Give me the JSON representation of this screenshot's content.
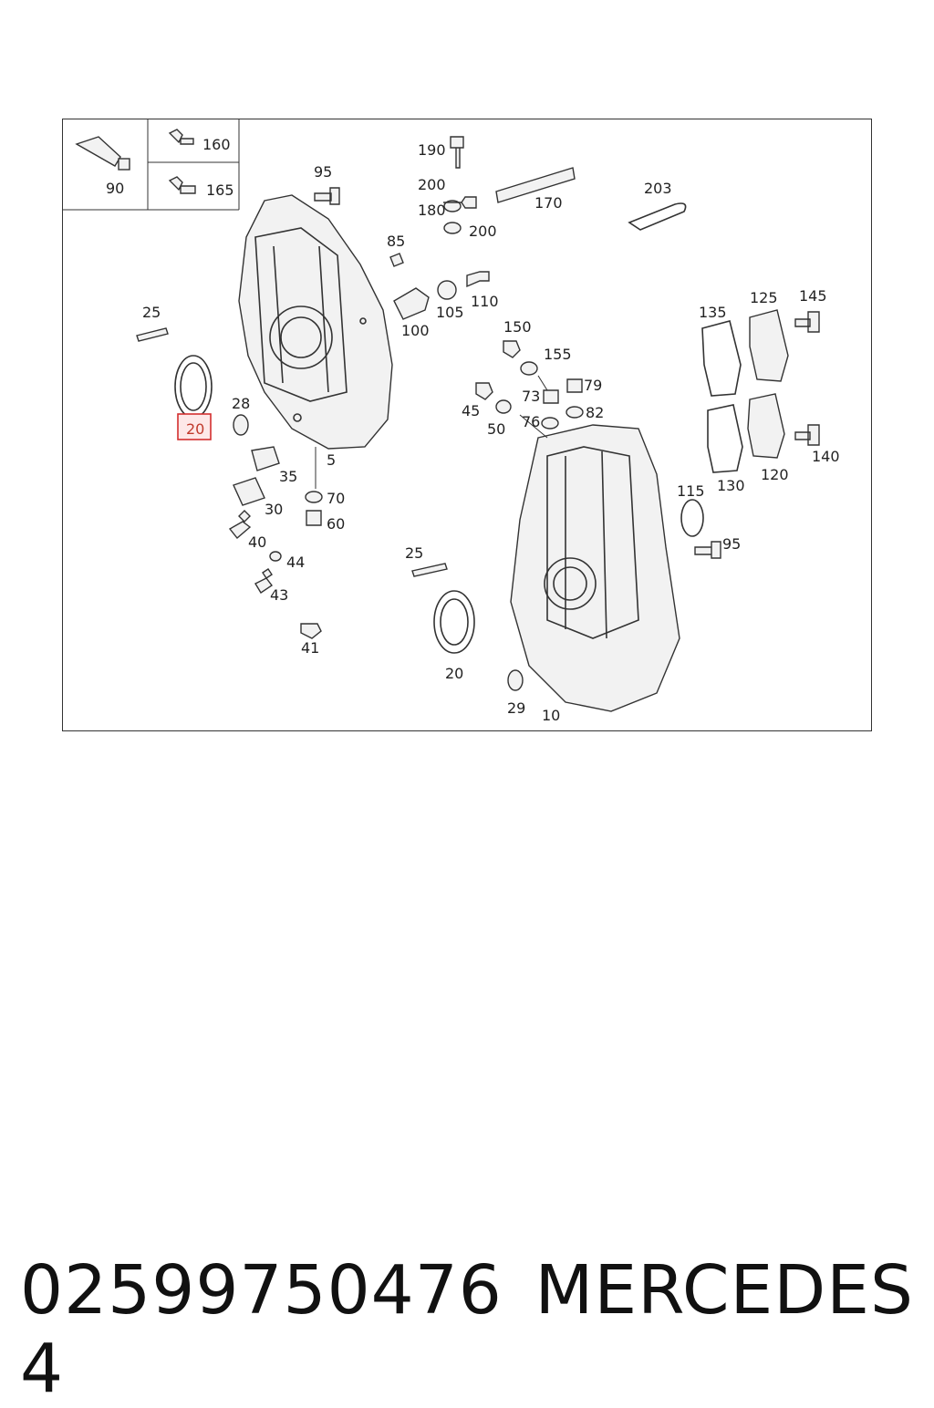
{
  "highlight_color": "#d32f2f",
  "callouts": {
    "c90": "90",
    "c160": "160",
    "c165": "165",
    "c95a": "95",
    "c190": "190",
    "c200a": "200",
    "c180": "180",
    "c200b": "200",
    "c170": "170",
    "c203": "203",
    "c85": "85",
    "c100": "100",
    "c105": "105",
    "c110": "110",
    "c25a": "25",
    "c20a": "20",
    "c28": "28",
    "c35": "35",
    "c5": "5",
    "c30": "30",
    "c70": "70",
    "c60": "60",
    "c40": "40",
    "c44": "44",
    "c43": "43",
    "c41": "41",
    "c150": "150",
    "c155": "155",
    "c79": "79",
    "c73": "73",
    "c45": "45",
    "c50": "50",
    "c76": "76",
    "c82": "82",
    "c135": "135",
    "c125": "125",
    "c145": "145",
    "c130": "130",
    "c120": "120",
    "c140": "140",
    "c115": "115",
    "c95b": "95",
    "c25b": "25",
    "c20b": "20",
    "c29": "29",
    "c10": "10"
  },
  "footer": {
    "part_number": "02599750476​4",
    "brand": "MERCEDES"
  }
}
